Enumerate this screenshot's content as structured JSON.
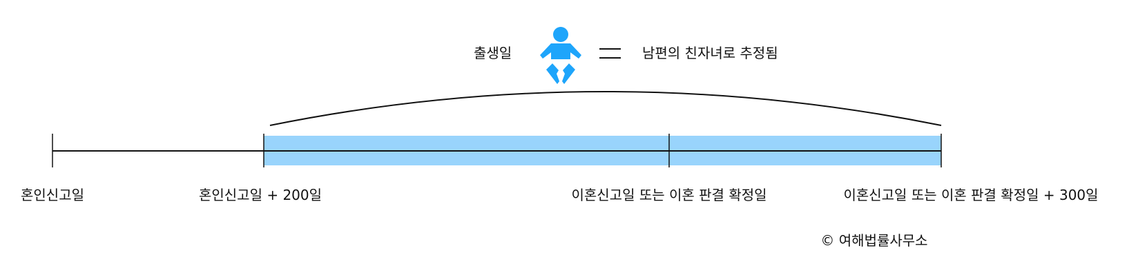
{
  "header": {
    "birth_label": "출생일",
    "equals_icon": "equals-sign",
    "baby_icon": "baby-icon",
    "presumption_text": "남편의 친자녀로 추정됨"
  },
  "timeline": {
    "labels": [
      "혼인신고일",
      "혼인신고일 + 200일",
      "이혼신고일 또는 이혼 판결 확정일",
      "이혼신고일 또는 이혼 판결 확정일 + 300일"
    ],
    "highlight_color": "#99d4fc",
    "icon_color": "#1ea5fb"
  },
  "footer": {
    "copyright": "© 여해법률사무소"
  }
}
